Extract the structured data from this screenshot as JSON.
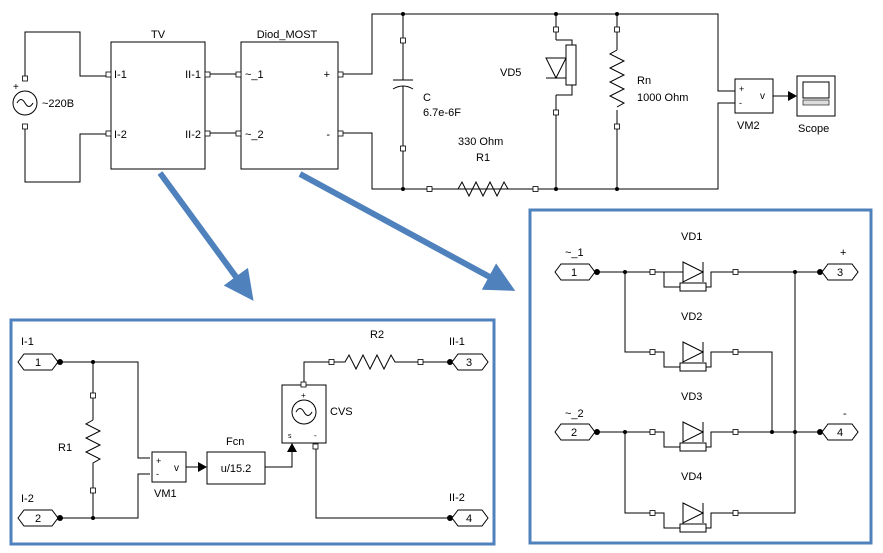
{
  "main": {
    "source_label": "~220B",
    "source_plus": "+",
    "tv": {
      "title": "TV",
      "in1": "I-1",
      "in2": "I-2",
      "out1": "II-1",
      "out2": "II-2"
    },
    "diod": {
      "title": "Diod_MOST",
      "in1": "~_1",
      "in2": "~_2",
      "plus": "+",
      "minus": "-"
    },
    "capacitor": {
      "name": "C",
      "value": "6.7e-6F"
    },
    "resistor_r1": {
      "value": "330 Ohm",
      "name": "R1"
    },
    "diode_vd5": {
      "name": "VD5"
    },
    "resistor_rn": {
      "name": "Rn",
      "value": "1000 Ohm"
    },
    "vm2": {
      "name": "VM2",
      "plus": "+",
      "minus": "-",
      "v": "v"
    },
    "scope": {
      "name": "Scope"
    }
  },
  "tv_detail": {
    "port1_label": "I-1",
    "port1_num": "1",
    "port2_label": "I-2",
    "port2_num": "2",
    "r1": "R1",
    "vm1": {
      "name": "VM1",
      "plus": "+",
      "minus": "-",
      "v": "v"
    },
    "fcn": {
      "name": "Fcn",
      "expr": "u/15.2"
    },
    "cvs": {
      "name": "CVS",
      "plus": "+",
      "minus": "-",
      "s": "s"
    },
    "r2": "R2",
    "port3_label": "II-1",
    "port3_num": "3",
    "port4_label": "II-2",
    "port4_num": "4"
  },
  "diod_detail": {
    "port1_label": "~_1",
    "port1_num": "1",
    "port2_label": "~_2",
    "port2_num": "2",
    "port3_label": "+",
    "port3_num": "3",
    "port4_label": "-",
    "port4_num": "4",
    "vd1": "VD1",
    "vd2": "VD2",
    "vd3": "VD3",
    "vd4": "VD4"
  },
  "colors": {
    "frame": "#4f81bd",
    "arrow": "#4f81bd"
  }
}
